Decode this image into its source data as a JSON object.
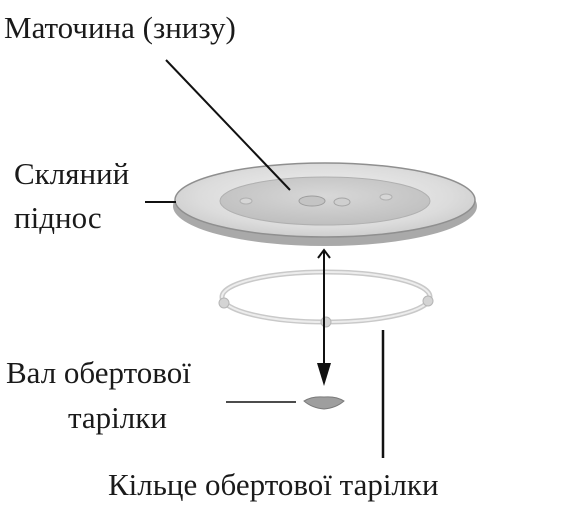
{
  "labels": {
    "hub": "Маточина (знизу)",
    "glass_tray_line1": "Скляний",
    "glass_tray_line2": "піднос",
    "shaft_line1": "Вал обертової",
    "shaft_line2": "тарілки",
    "ring": "Кільце обертової тарілки"
  },
  "colors": {
    "line": "#111111",
    "tray_rim": "#8a8a8a",
    "tray_fill": "#e4e4e4",
    "ring": "#c8c8c8"
  }
}
